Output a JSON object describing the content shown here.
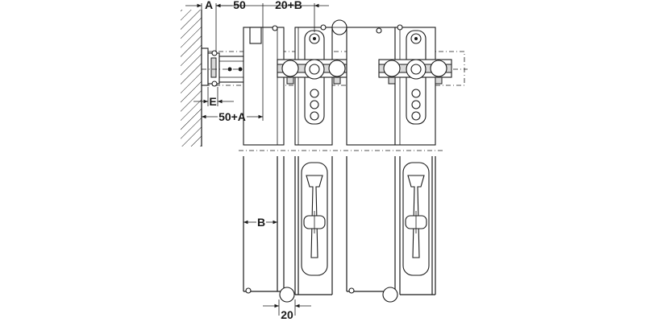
{
  "dimensions": {
    "a": "A",
    "fifty": "50",
    "twenty_plus_b": "20+B",
    "e": "E",
    "fifty_plus_a": "50+A",
    "b": "B",
    "twenty": "20"
  }
}
